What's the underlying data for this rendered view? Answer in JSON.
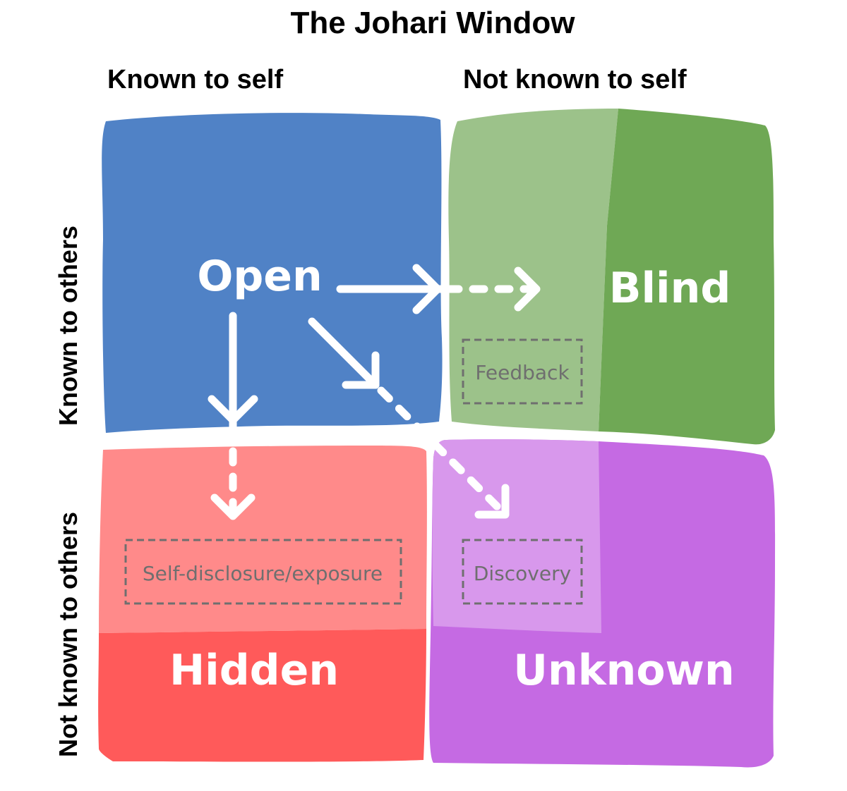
{
  "title": "The Johari Window",
  "column_headers": {
    "left": "Known to self",
    "right": "Not known to self"
  },
  "row_headers": {
    "top": "Known to others",
    "bottom": "Not known to others"
  },
  "quadrants": {
    "open": {
      "label": "Open",
      "color": "#5082c6"
    },
    "blind": {
      "label": "Blind",
      "color": "#6fa855",
      "light_color": "#9cc28a"
    },
    "hidden": {
      "label": "Hidden",
      "color": "#ff5a5a",
      "light_color": "#ff8a8a"
    },
    "unknown": {
      "label": "Unknown",
      "color": "#c56ae3",
      "light_color": "#d898ec"
    }
  },
  "process_boxes": {
    "feedback": "Feedback",
    "self_disclosure": "Self-disclosure/exposure",
    "discovery": "Discovery"
  },
  "colors": {
    "arrow": "#ffffff",
    "dashed_box": "#6f6f6f",
    "text": "#000000"
  }
}
